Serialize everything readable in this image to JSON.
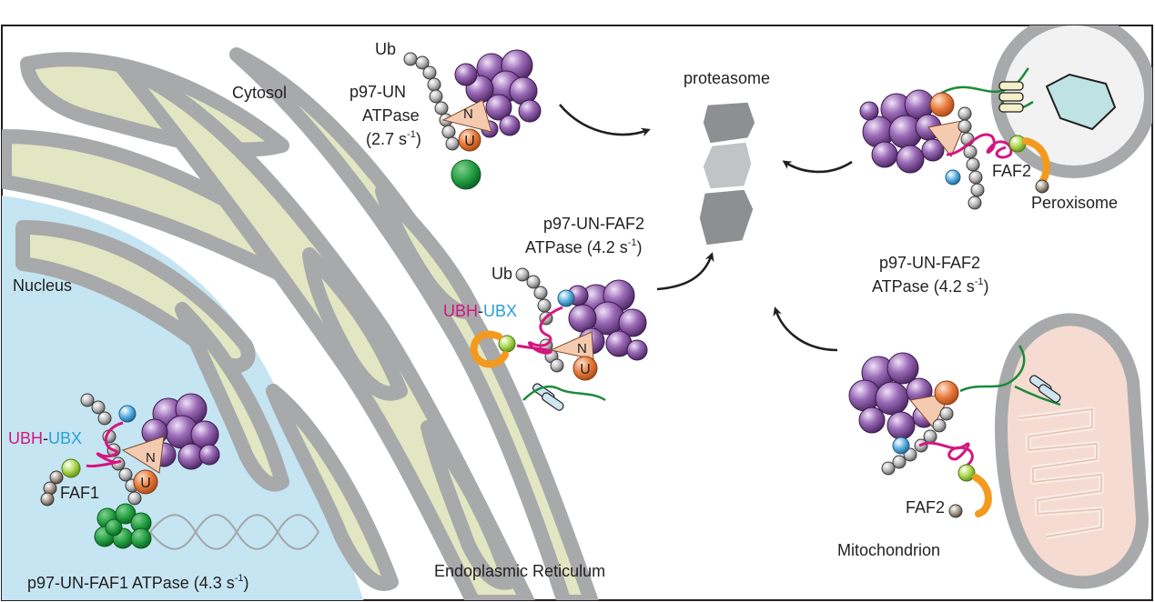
{
  "labels": {
    "cytosol": "Cytosol",
    "nucleus": "Nucleus",
    "er": "Endoplasmic Reticulum",
    "peroxisome": "Peroxisome",
    "mitochondrion": "Mitochondrion",
    "proteasome": "proteasome"
  },
  "ub_label": "Ub",
  "ubh": "UBH",
  "dash": "-",
  "ubx": "UBX",
  "n_domain": "N",
  "u_domain": "U",
  "faf1": "FAF1",
  "faf2": "FAF2",
  "complexes": {
    "cytosol": {
      "line1": "p97-UN",
      "line2": "ATPase",
      "rate": "(2.7 s",
      "sup": "-1",
      "close": ")"
    },
    "er": {
      "line1": "p97-UN-FAF2",
      "line2": "ATPase (4.2 s",
      "sup": "-1",
      "close": ")"
    },
    "org": {
      "line1": "p97-UN-FAF2",
      "line2": "ATPase (4.2 s",
      "sup": "-1",
      "close": ")"
    },
    "nucleus": {
      "line1": "p97-UN-FAF1 ATPase (4.3 s",
      "sup": "-1",
      "close": ")"
    }
  },
  "colors": {
    "nucleus_fill": "#c5e5f2",
    "er_lumen": "#e3e6c2",
    "er_membrane": "#a8a9ab",
    "p97_purple": "#7b4a96",
    "ubiquitin": "#b5b5b5",
    "n_domain": "#f4cbb0",
    "u_domain": "#e87a3b",
    "ubh_magenta": "#d5157f",
    "ubx_blue": "#2a9fd6",
    "substrate_green": "#1f9a3e",
    "faf_orange": "#f39a1e",
    "lime": "#9fcf3a",
    "proteasome": "#8e8f91",
    "peroxisome_core": "#bfe3e3",
    "mito_interior": "#f5dbd1"
  }
}
